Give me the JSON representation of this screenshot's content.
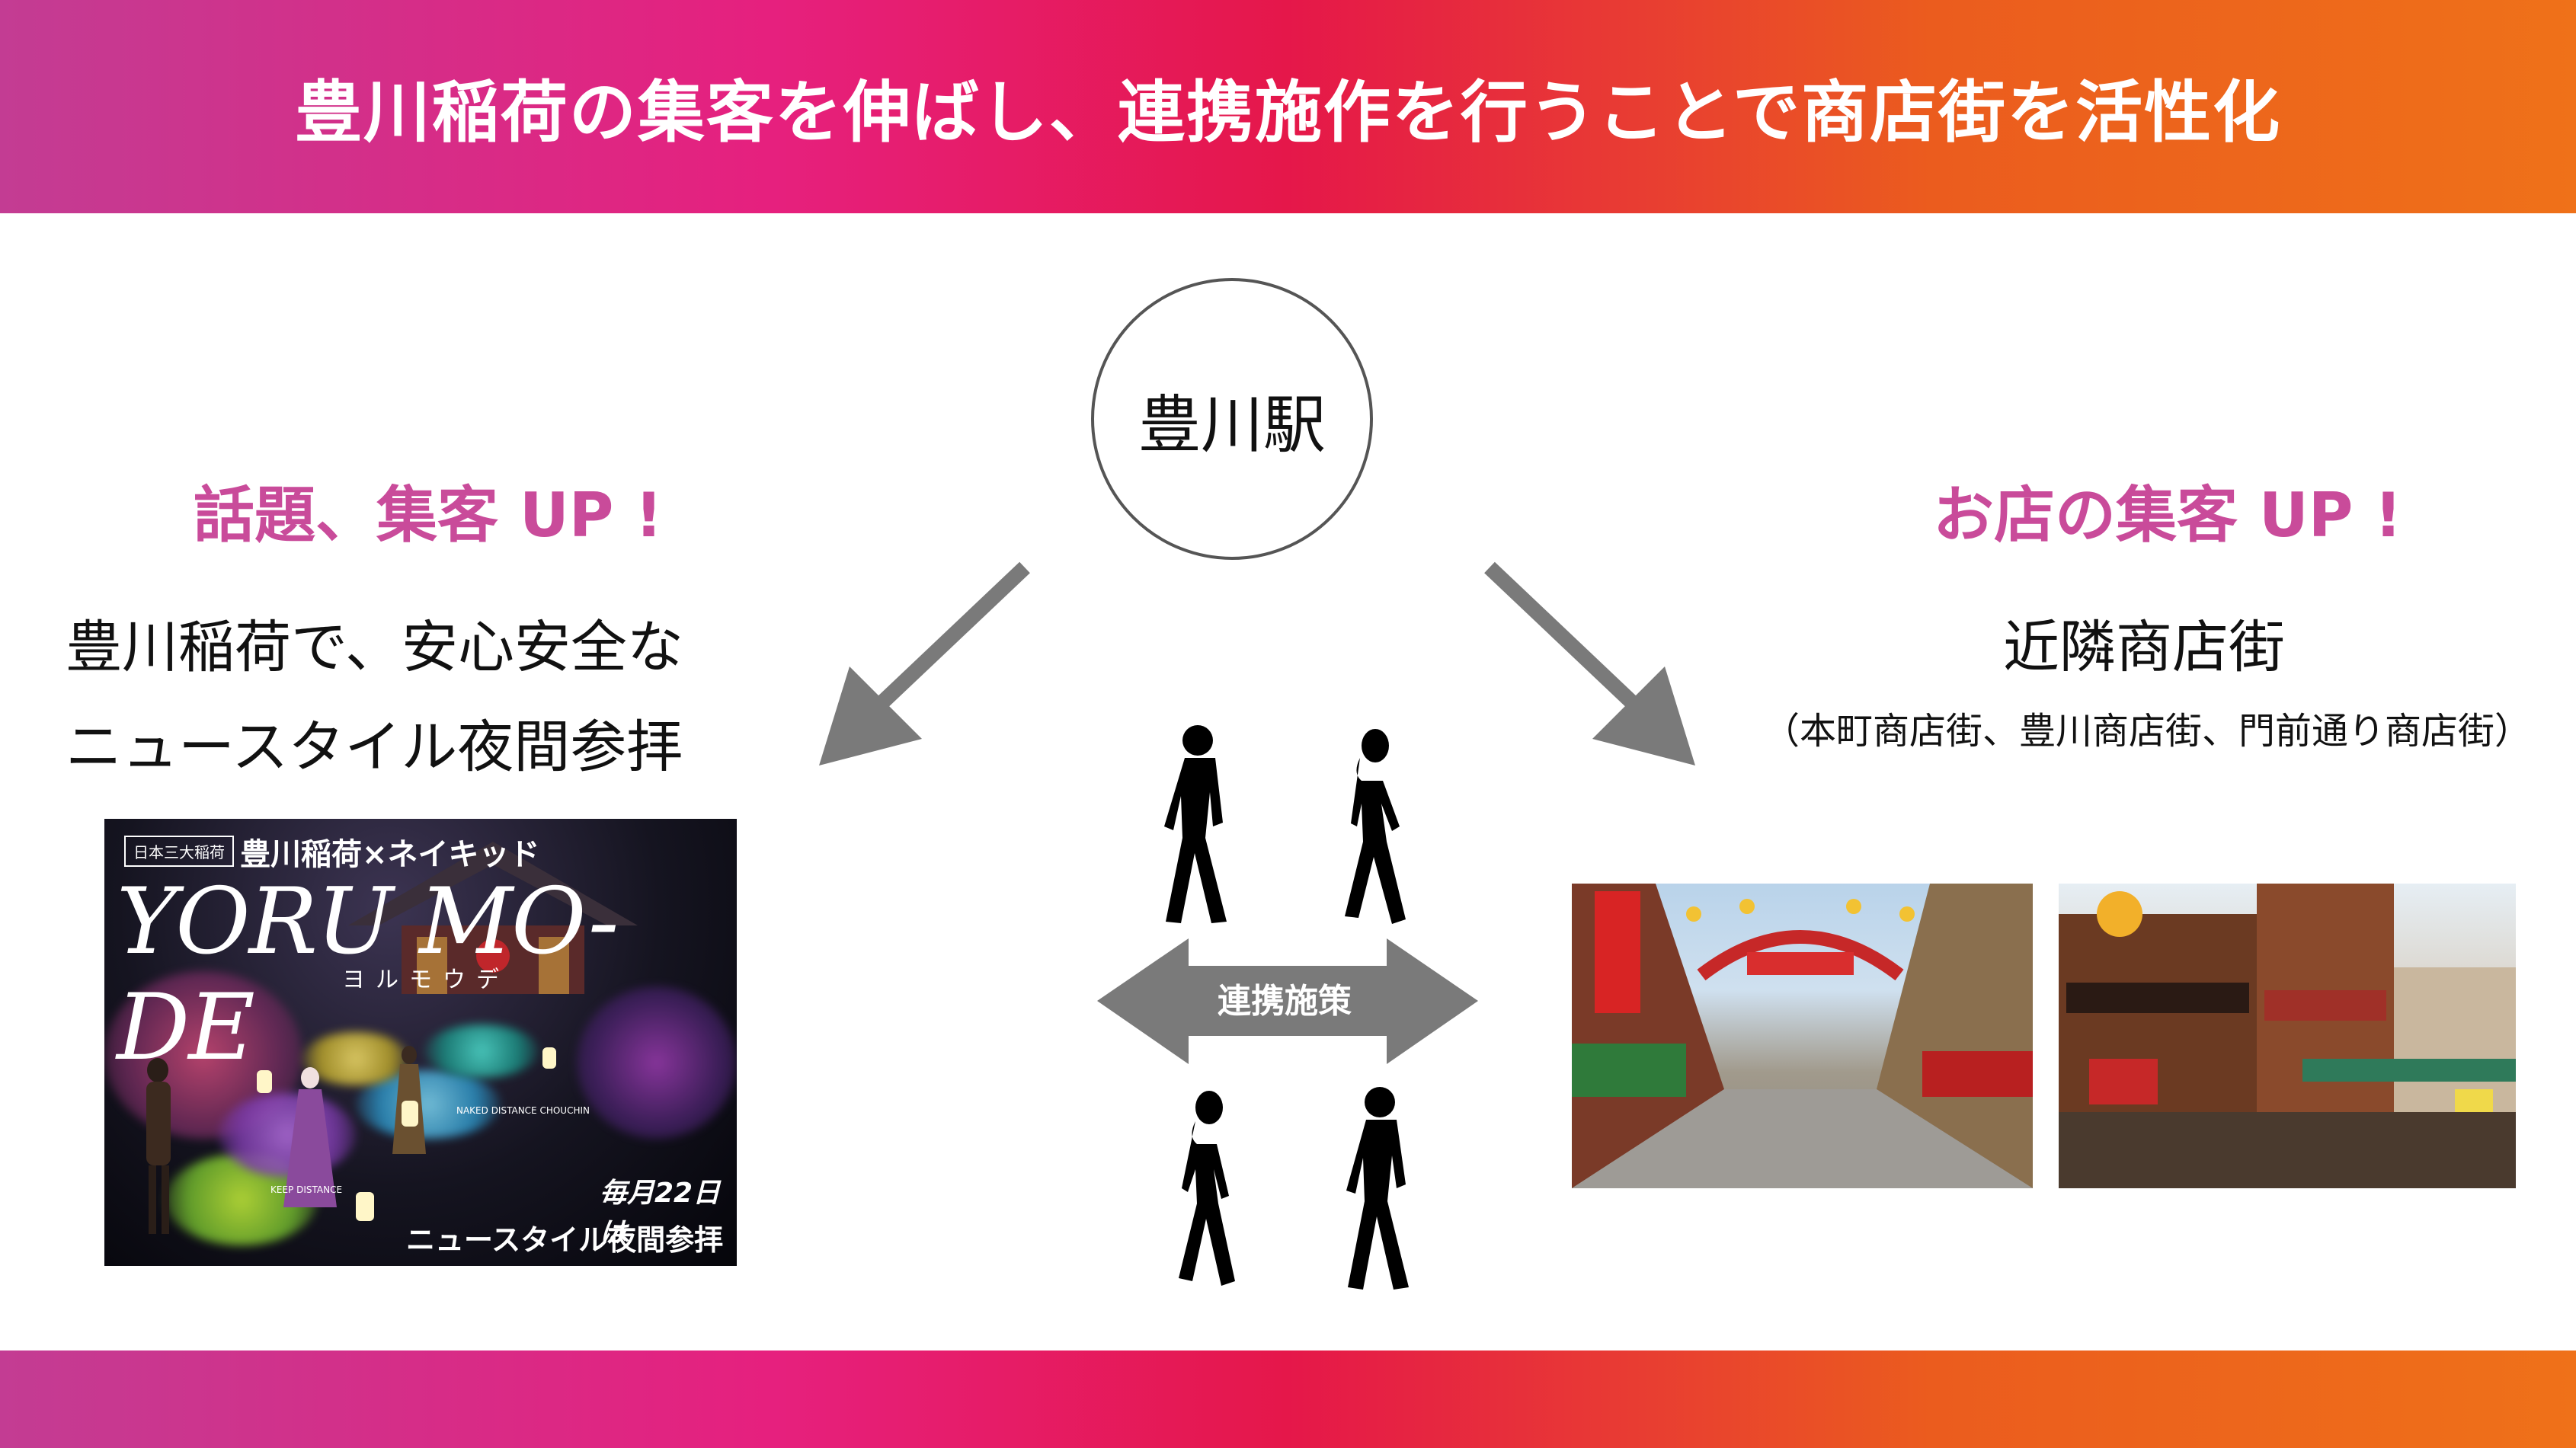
{
  "header": {
    "title": "豊川稲荷の集客を伸ばし、連携施作を行うことで商店街を活性化"
  },
  "center": {
    "station": "豊川駅",
    "link_label": "連携施策"
  },
  "left": {
    "heading": "話題、集客 UP !",
    "line1": "豊川稲荷で、安心安全な",
    "line2": "ニュースタイル夜間参拝",
    "poster": {
      "tag": "日本三大稲荷",
      "top_title": "豊川稲荷×ネイキッド",
      "logo": "YORU MO-DE",
      "logo_kana": "ヨルモウデ",
      "date": "毎月22日は",
      "bottom_title": "ニュースタイル夜間参拝",
      "keep_distance": "KEEP DISTANCE",
      "naked_note": "NAKED DISTANCE CHOUCHIN"
    }
  },
  "right": {
    "heading": "お店の集客 UP !",
    "line1": "近隣商店街",
    "line2": "（本町商店街、豊川商店街、門前通り商店街）"
  },
  "colors": {
    "gradient_start": "#c33c93",
    "gradient_mid": "#e5174a",
    "gradient_end": "#ef7119",
    "heading": "#c94b9a",
    "arrow": "#7a7a7a"
  }
}
